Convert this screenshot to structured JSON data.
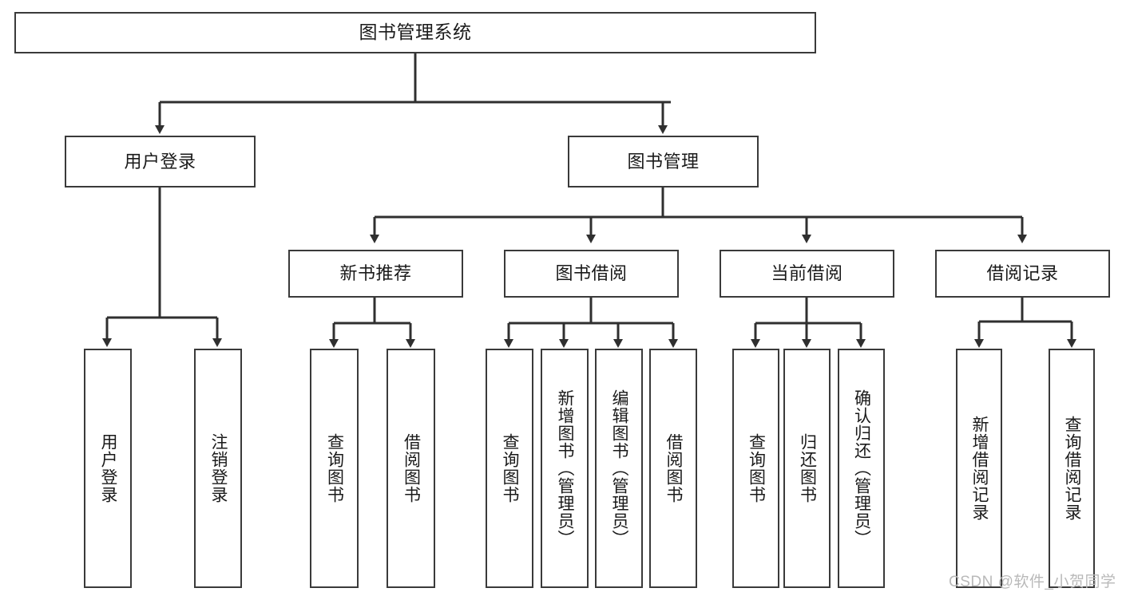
{
  "diagram": {
    "title": "图书管理系统",
    "type": "hierarchy-tree",
    "root": {
      "label": "图书管理系统"
    },
    "level2": [
      {
        "label": "用户登录"
      },
      {
        "label": "图书管理"
      }
    ],
    "level3": [
      {
        "label": "新书推荐"
      },
      {
        "label": "图书借阅"
      },
      {
        "label": "当前借阅"
      },
      {
        "label": "借阅记录"
      }
    ],
    "leaves": {
      "user_login": [
        {
          "label": "用户登录"
        },
        {
          "label": "注销登录"
        }
      ],
      "new_book_recommend": [
        {
          "label": "查询图书"
        },
        {
          "label": "借阅图书"
        }
      ],
      "book_borrow": [
        {
          "label": "查询图书"
        },
        {
          "label": "新增图书（管理员）"
        },
        {
          "label": "编辑图书（管理员）"
        },
        {
          "label": "借阅图书"
        }
      ],
      "current_borrow": [
        {
          "label": "查询图书"
        },
        {
          "label": "归还图书"
        },
        {
          "label": "确认归还（管理员）"
        }
      ],
      "borrow_record": [
        {
          "label": "新增借阅记录"
        },
        {
          "label": "查询借阅记录"
        }
      ]
    }
  },
  "watermark": {
    "text": "CSDN @软件_小贺同学"
  },
  "colors": {
    "border": "#3a3a3a",
    "text": "#1a1a1a",
    "background": "#ffffff",
    "edge": "#2f2f2f",
    "watermark": "#b9b9b9"
  }
}
